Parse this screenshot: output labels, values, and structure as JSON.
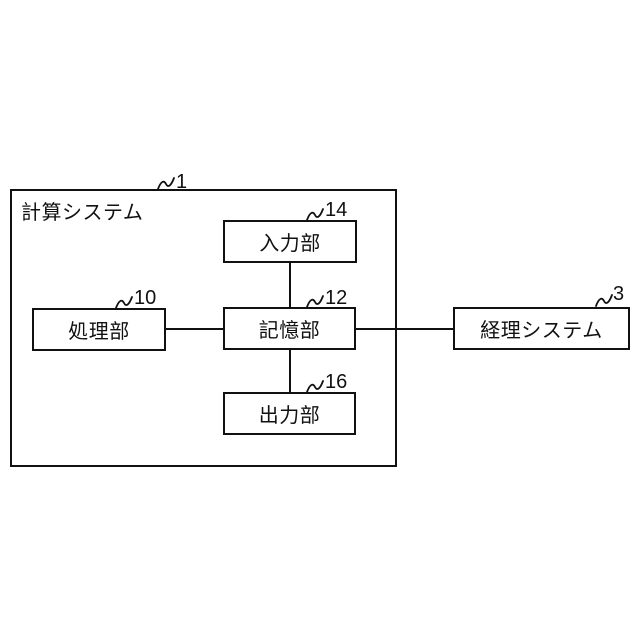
{
  "figure": {
    "type": "block-diagram",
    "outer_system": {
      "label": "計算システム",
      "ref": "1"
    },
    "blocks": [
      {
        "id": "input-unit",
        "label": "入力部",
        "ref": "14"
      },
      {
        "id": "storage-unit",
        "label": "記憶部",
        "ref": "12"
      },
      {
        "id": "processing-unit",
        "label": "処理部",
        "ref": "10"
      },
      {
        "id": "output-unit",
        "label": "出力部",
        "ref": "16"
      },
      {
        "id": "accounting-system",
        "label": "経理システム",
        "ref": "3"
      }
    ],
    "connections": [
      {
        "from": "input-unit",
        "to": "storage-unit"
      },
      {
        "from": "processing-unit",
        "to": "storage-unit"
      },
      {
        "from": "storage-unit",
        "to": "output-unit"
      },
      {
        "from": "storage-unit",
        "to": "accounting-system"
      }
    ],
    "colors": {
      "line": "#111111",
      "background": "#ffffff"
    }
  }
}
